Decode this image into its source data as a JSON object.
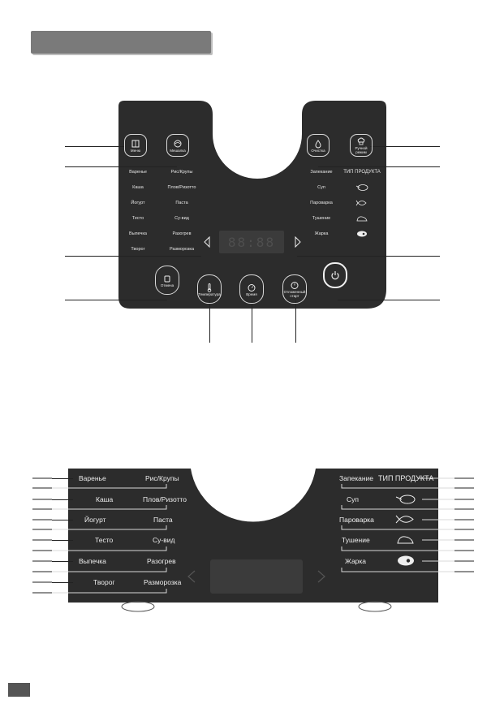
{
  "top_panel": {
    "buttons": {
      "menu": "Меню",
      "stir": "Мешалка",
      "cleaning": "Очистка",
      "manual": "Ручной режим",
      "cancel": "Отмена",
      "temperature": "Температура",
      "time": "Время",
      "delayed_start": "Отложенный старт"
    },
    "left_programs": [
      [
        "Варенье",
        "Рис/Крупы"
      ],
      [
        "Каша",
        "Плов/Ризотто"
      ],
      [
        "Йогурт",
        "Паста"
      ],
      [
        "Тесто",
        "Су-вид"
      ],
      [
        "Выпечка",
        "Разогрев"
      ],
      [
        "Творог",
        "Разморозка"
      ]
    ],
    "right_programs": [
      "Запекание",
      "Суп",
      "Пароварка",
      "Тушение",
      "Жарка"
    ],
    "product_type": "ТИП ПРОДУКТА",
    "display": "88:88"
  },
  "detail_panel": {
    "left_programs": [
      [
        "Варенье",
        "Рис/Крупы"
      ],
      [
        "Каша",
        "Плов/Ризотто"
      ],
      [
        "Йогурт",
        "Паста"
      ],
      [
        "Тесто",
        "Су-вид"
      ],
      [
        "Выпечка",
        "Разогрев"
      ],
      [
        "Творог",
        "Разморозка"
      ]
    ],
    "right_programs": [
      "Запекание",
      "Суп",
      "Пароварка",
      "Тушение",
      "Жарка"
    ],
    "product_type": "ТИП ПРОДУКТА"
  }
}
